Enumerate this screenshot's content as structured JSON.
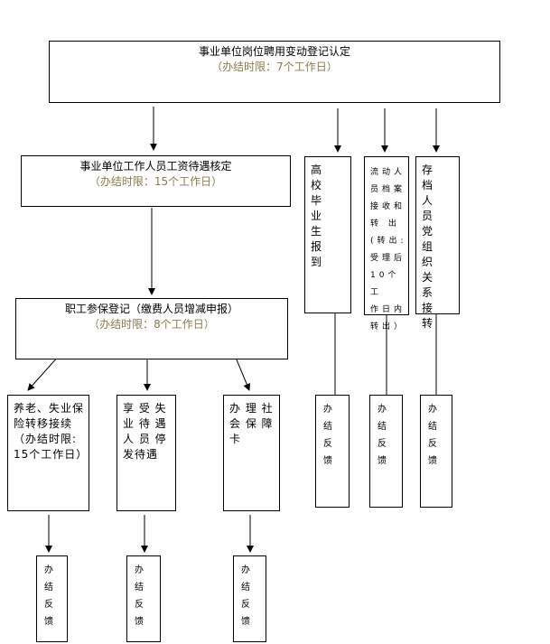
{
  "nodes": {
    "top": {
      "title": "事业单位岗位聘用变动登记认定",
      "limit": "（办结时限：7个工作日）"
    },
    "salary": {
      "title": "事业单位工作人员工资待遇核定",
      "limit": "（办结时限：15个工作日）"
    },
    "insurance": {
      "title": "职工参保登记（缴费人员增减申报）",
      "limit": "（办结时限：8个工作日）"
    },
    "graduate": {
      "lines": [
        "高 校",
        "毕 业",
        "生 报",
        "到"
      ]
    },
    "archive_flow": {
      "lines": [
        "流动人",
        "员档案",
        "接收和",
        "转  出",
        "(转出:",
        "受理后",
        "10个工",
        "作日内",
        "转出）"
      ]
    },
    "archive_party": {
      "lines": [
        "存 档",
        "人 员",
        "党 组",
        "织 关",
        "系 接",
        "转"
      ]
    },
    "pension": {
      "lines": [
        "养老、失业保",
        "险转移接续",
        "（办结时限:",
        "15个工作日）"
      ]
    },
    "unemployment": {
      "lines": [
        "享 受 失",
        "业 待 遇",
        "人 员 停",
        "发待遇"
      ]
    },
    "card": {
      "lines": [
        "办 理 社",
        "会 保 障",
        "卡"
      ]
    },
    "feedback": {
      "lines": [
        "办",
        "结",
        "反",
        "馈"
      ]
    }
  },
  "colors": {
    "limit_text": "#8a7a4a",
    "line": "#000000"
  }
}
